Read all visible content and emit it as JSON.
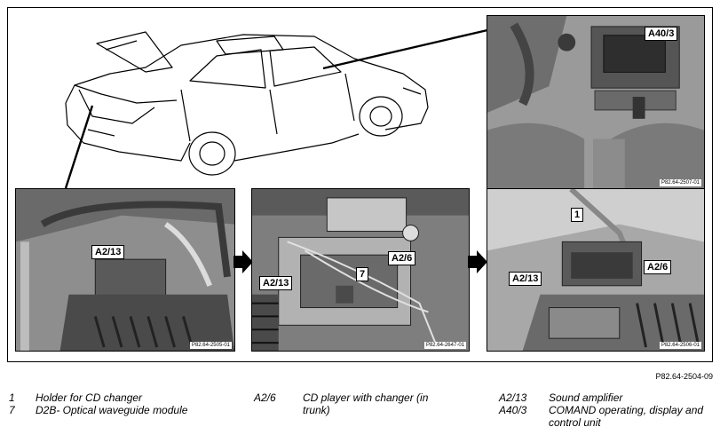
{
  "figure": {
    "code": "P82.64-2504-09",
    "photos": [
      {
        "code": "P82.64-2507-01",
        "callouts": [
          "A40/3"
        ]
      },
      {
        "code": "P82.64-2505-01",
        "callouts": [
          "A2/13"
        ]
      },
      {
        "code": "P82.64-2647-01",
        "callouts": [
          "A2/6",
          "A2/13",
          "7"
        ]
      },
      {
        "code": "P82.64-2506-01",
        "callouts": [
          "1",
          "A2/6",
          "A2/13"
        ]
      }
    ]
  },
  "legend": [
    {
      "key": "1",
      "text": "Holder for CD changer"
    },
    {
      "key": "7",
      "text": "D2B- Optical waveguide module"
    },
    {
      "key": "A2/6",
      "text": "CD player with changer (in trunk)"
    },
    {
      "key": "A2/13",
      "text": "Sound amplifier"
    },
    {
      "key": "A40/3",
      "text": "COMAND operating, display and control unit"
    }
  ]
}
